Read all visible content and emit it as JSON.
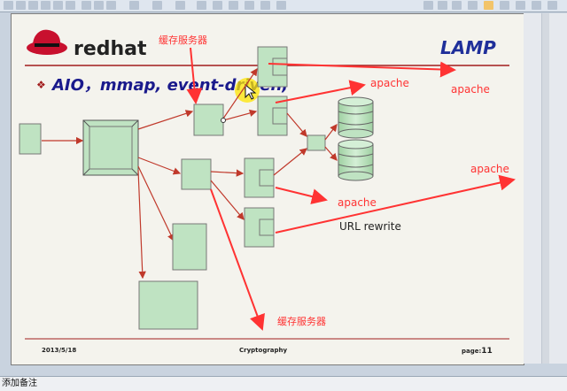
{
  "slide": {
    "logo_text": "redhat",
    "title": "LAMP",
    "bullet": "AIO，mmap, event-driven,",
    "footer": {
      "date": "2013/5/18",
      "center": "Cryptography",
      "page_label": "page:",
      "page_number": "11"
    },
    "labels": {
      "cache_top": "缓存服务器",
      "cache_bottom": "缓存服务器",
      "apache_1": "apache",
      "apache_2": "apache",
      "apache_3": "apache",
      "apache_4": "apache",
      "url_rewrite": "URL rewrite"
    }
  },
  "notes": {
    "placeholder": "添加备注"
  },
  "colors": {
    "box_fill": "#bfe3c2",
    "annotation": "#ff3333",
    "title_blue": "#1f2f9a",
    "bullet_blue": "#1a1a8c",
    "dark_red": "#a11d1d"
  }
}
